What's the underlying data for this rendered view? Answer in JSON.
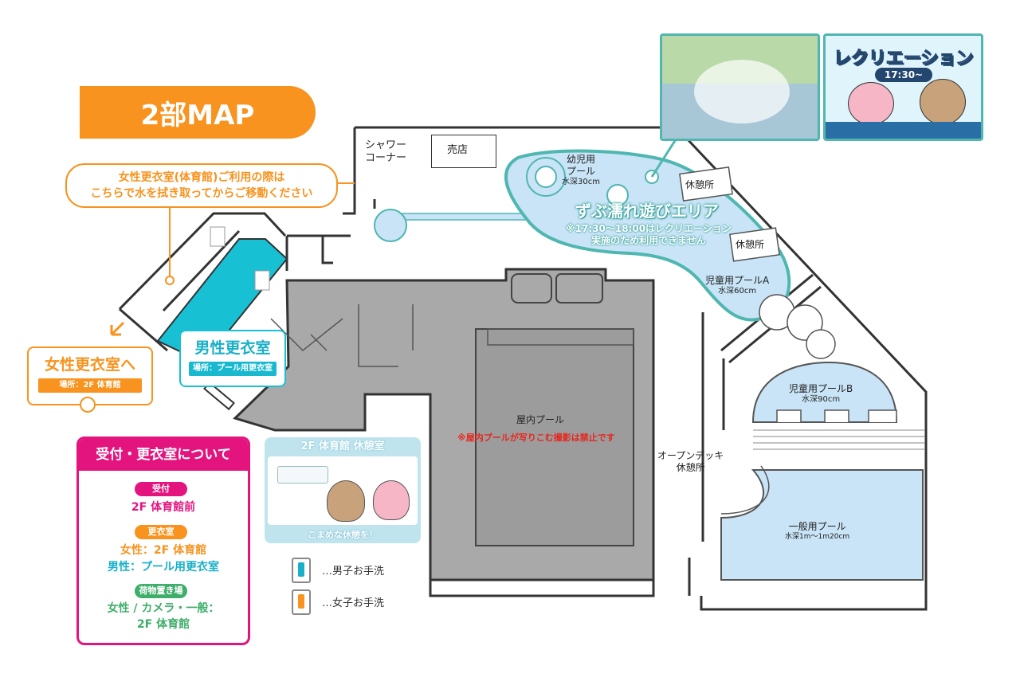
{
  "title": "2部MAP",
  "note": {
    "line1": "女性更衣室(体育館)ご利用の際は",
    "line2": "こちらで水を拭き取ってからご移動ください"
  },
  "female_room": {
    "title": "女性更衣室へ",
    "sub": "場所：2F 体育館"
  },
  "male_room": {
    "title": "男性更衣室",
    "sub": "場所：プール用更衣室"
  },
  "info": {
    "header": "受付・更衣室について",
    "reception_pill": "受付",
    "reception_value": "2F 体育館前",
    "locker_pill": "更衣室",
    "locker_female": "女性：2F 体育館",
    "locker_male": "男性：プール用更衣室",
    "baggage_pill": "荷物置き場",
    "baggage_line1": "女性 / カメラ・一般：",
    "baggage_line2": "2F 体育館"
  },
  "rest_room": {
    "top": "2F 体育館 休憩室",
    "bottom": "こまめな休憩を！"
  },
  "recreation": {
    "title": "レクリエーション",
    "time": "17:30~"
  },
  "legend": {
    "male": "…男子お手洗",
    "female": "…女子お手洗"
  },
  "areas": {
    "shower": [
      "シャワー",
      "コーナー"
    ],
    "shop": "売店",
    "infant_pool": [
      "幼児用",
      "プール",
      "水深30cm"
    ],
    "rest1": "休憩所",
    "rest2": "休憩所",
    "wet_area": "ずぶ濡れ遊びエリア",
    "wet_note1": "※17:30～18:00はレクリエーション",
    "wet_note2": "実施のため利用できません",
    "kids_pool_a": [
      "児童用プールA",
      "水深60cm"
    ],
    "kids_pool_b": [
      "児童用プールB",
      "水深90cm"
    ],
    "indoor_pool": "屋内プール",
    "indoor_note": "※屋内プールが写りこむ撮影は禁止です",
    "deck": [
      "オープンデッキ",
      "休憩所"
    ],
    "general_pool": [
      "一般用プール",
      "水深1m～1m20cm"
    ]
  },
  "colors": {
    "orange": "#f7931e",
    "cyan": "#18c0d4",
    "magenta": "#e4147f",
    "green": "#3fae6a",
    "pool": "#c8e4f6",
    "pool_border": "#4fb6b0",
    "building": "#a9a9a9"
  }
}
